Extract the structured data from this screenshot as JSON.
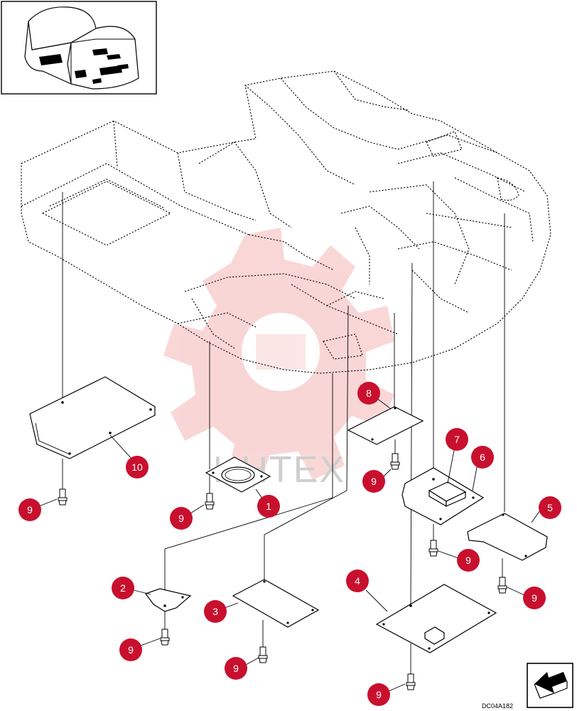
{
  "drawing_code": "DC04A182",
  "watermark_text": "ИНТЕХ",
  "accent_color": "#c8102e",
  "callouts": [
    {
      "label": "10"
    },
    {
      "label": "9"
    },
    {
      "label": "1"
    },
    {
      "label": "9"
    },
    {
      "label": "8"
    },
    {
      "label": "9"
    },
    {
      "label": "7"
    },
    {
      "label": "6"
    },
    {
      "label": "5"
    },
    {
      "label": "9"
    },
    {
      "label": "9"
    },
    {
      "label": "2"
    },
    {
      "label": "9"
    },
    {
      "label": "3"
    },
    {
      "label": "9"
    },
    {
      "label": "4"
    },
    {
      "label": "9"
    }
  ],
  "icons": {
    "inset": "machine-overview-icon",
    "orientation": "direction-arrow-icon",
    "watermark": "gear-watermark-icon"
  }
}
